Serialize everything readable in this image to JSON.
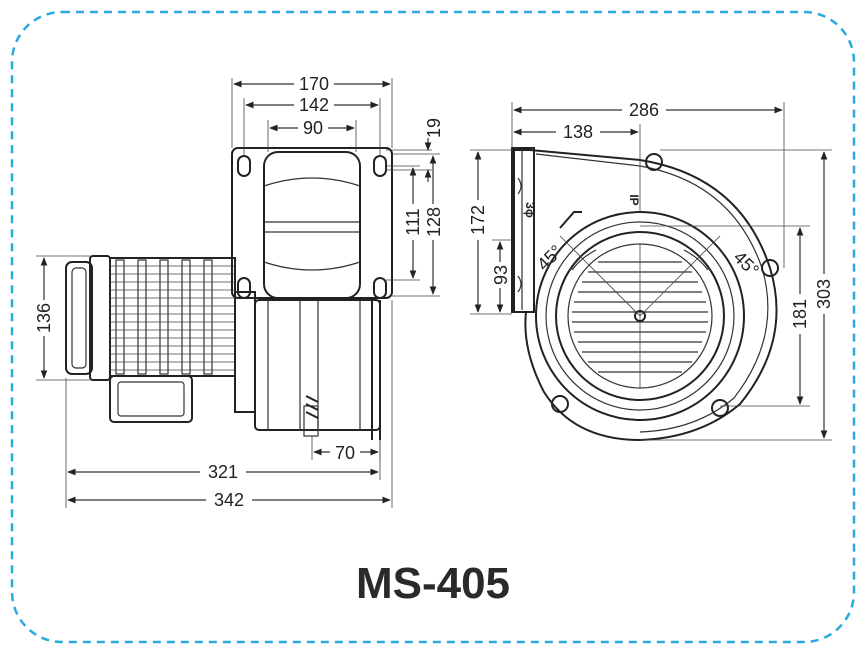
{
  "frame": {
    "border_color": "#29a9e0"
  },
  "model": "MS-405",
  "side_view": {
    "dims": {
      "flange_width": "170",
      "hole_span": "142",
      "outlet_width": "90",
      "hole_dia": "19",
      "hole_pitch_v": "111",
      "flange_height": "128",
      "motor_dia": "136",
      "outlet_offset": "70",
      "motor_length": "321",
      "overall_length": "342"
    }
  },
  "front_view": {
    "dims": {
      "overall_width": "286",
      "outlet_to_center": "138",
      "outlet_height": "172",
      "center_height": "93",
      "angle_left": "45°",
      "angle_right": "45°",
      "inlet_dia": "181",
      "overall_height": "303"
    },
    "housing_marks": {
      "left": "3ϕ",
      "right": "IP"
    }
  }
}
